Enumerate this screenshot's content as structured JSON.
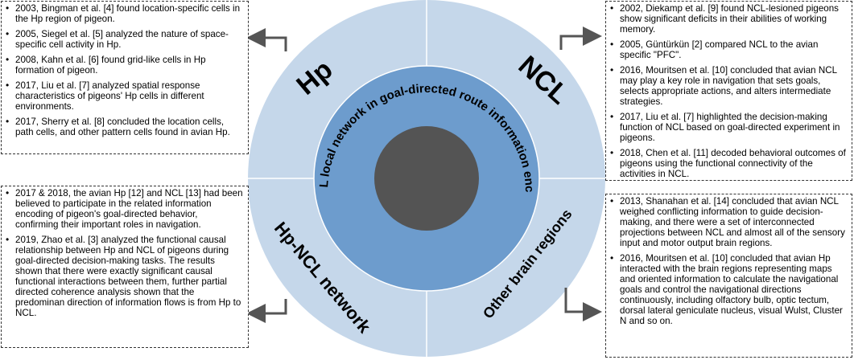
{
  "center": {
    "ring_text": "Hp-NCL local network in goal-directed route information encoding",
    "quadrants": {
      "top_left": "Hp",
      "top_right": "NCL",
      "bottom_left": "Hp-NCL network",
      "bottom_right": "Other brain regions"
    }
  },
  "boxes": {
    "hp": [
      "2003, Bingman et al. [4] found location-specific cells in the Hp region of pigeon.",
      "2005, Siegel et al. [5] analyzed the nature of space-specific cell activity in Hp.",
      "2008, Kahn et al. [6] found grid-like cells in Hp formation of pigeon.",
      "2017, Liu et al. [7] analyzed spatial response characteristics of pigeons' Hp cells in different environments.",
      "2017, Sherry et al. [8] concluded the location cells, path cells, and other pattern cells found in avian Hp."
    ],
    "ncl": [
      "2002, Diekamp et al. [9] found NCL-lesioned pigeons show significant deficits in their abilities of working memory.",
      "2005, Güntürkün [2] compared NCL to the avian specific \"PFC\".",
      "2016, Mouritsen et al. [10] concluded that avian NCL may play a key role in navigation that sets goals, selects appropriate actions, and alters intermediate strategies.",
      "2017, Liu et al. [7] highlighted the decision-making function of NCL based on goal-directed experiment in pigeons.",
      "2018, Chen et al. [11] decoded behavioral outcomes of pigeons using the functional connectivity of the activities in NCL."
    ],
    "network": [
      "2017 & 2018, the avian Hp [12] and NCL [13] had been believed to participate in the related information encoding of pigeon's goal-directed behavior, confirming their important roles in navigation.",
      "2019, Zhao et al. [3] analyzed the functional causal relationship between Hp and NCL of pigeons during goal-directed decision-making tasks. The results shown that there were exactly significant causal functional interactions between them, further partial directed coherence analysis shown that the predominan direction of information flows is from Hp to NCL."
    ],
    "other": [
      "2013, Shanahan et al. [14] concluded that avian NCL weighed conflicting information to guide decision-making, and there were a set of interconnected projections between NCL and almost all of the sensory input and motor output brain regions.",
      "2016, Mouritsen et al. [10] concluded that avian Hp interacted with the brain regions representing maps and oriented information to calculate the navigational goals and control the navigational directions continuously, including olfactory bulb, optic tectum, dorsal lateral geniculate nucleus, visual Wulst, Cluster N and so on."
    ]
  },
  "colors": {
    "outer_ring": "#c5d7ea",
    "middle_ring": "#6d9ccd",
    "core": "#545454",
    "arrow": "#555555"
  }
}
